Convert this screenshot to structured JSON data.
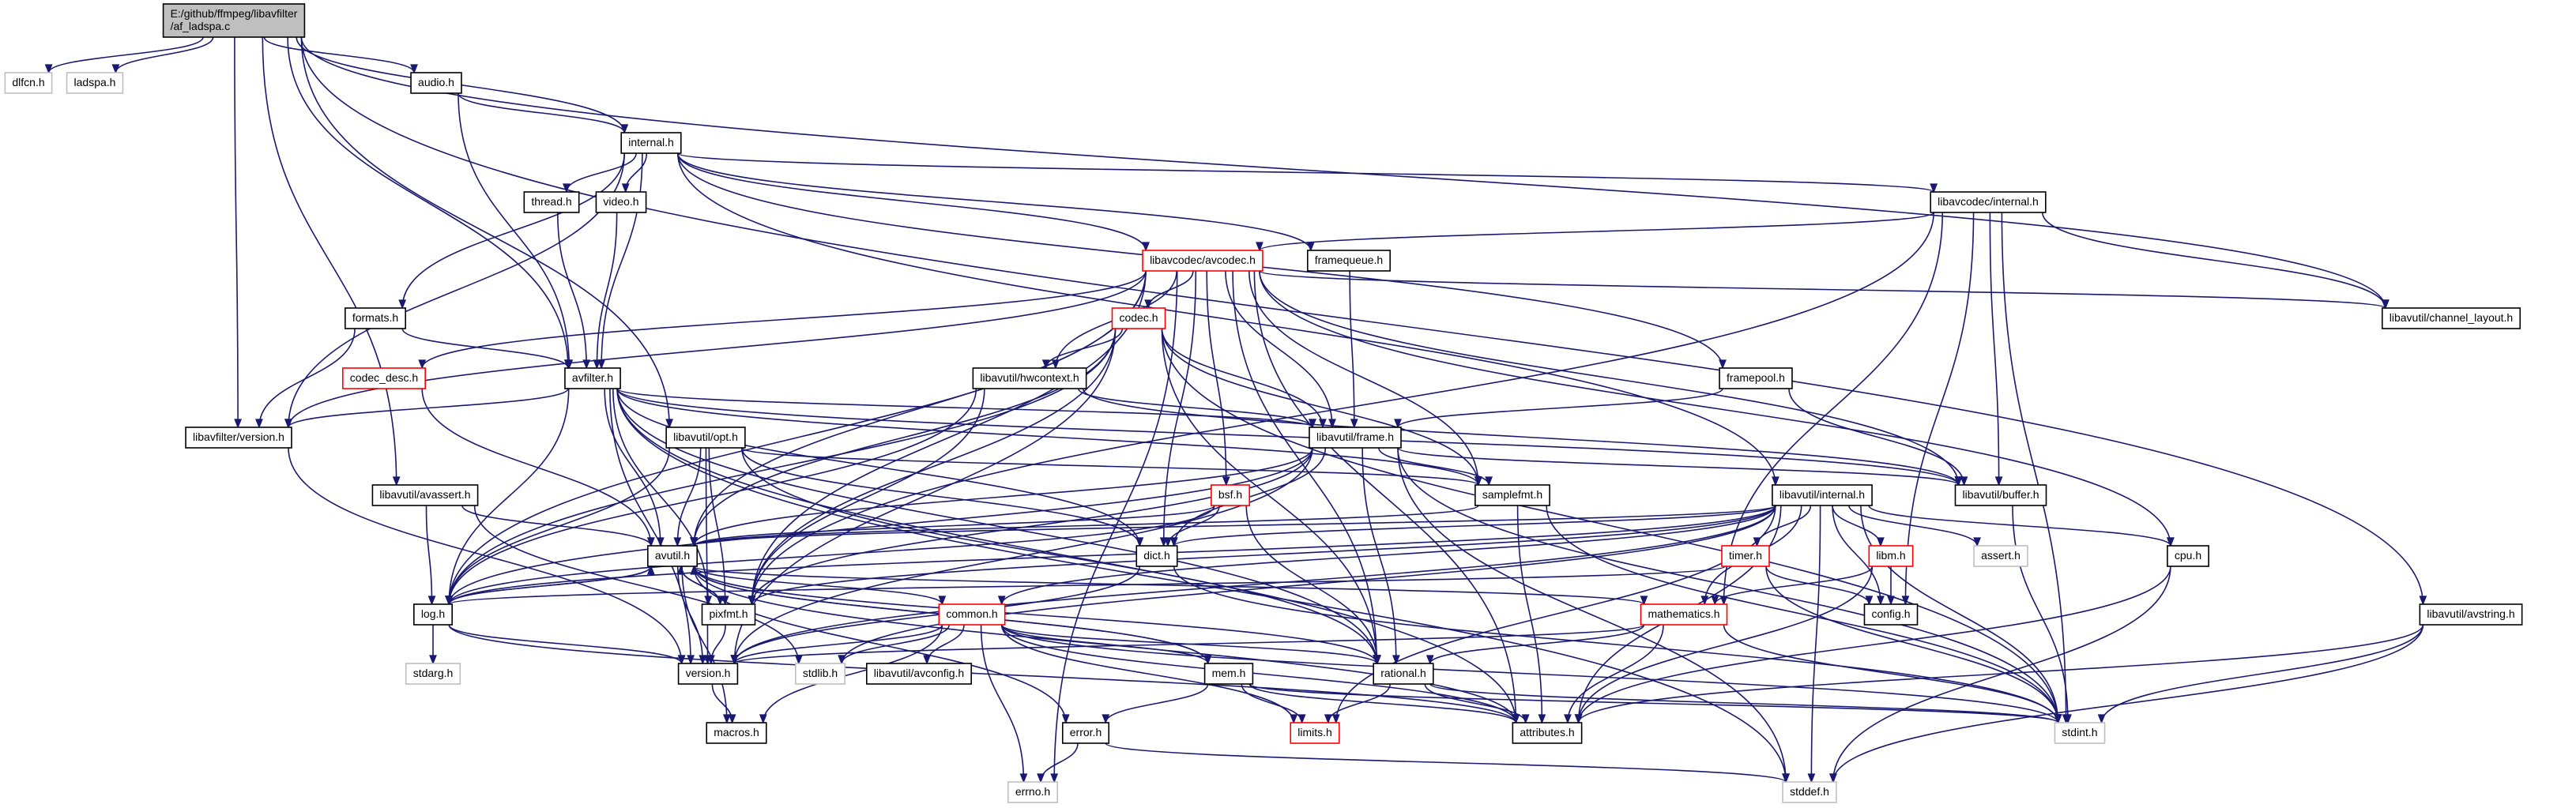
{
  "colors": {
    "edge": "#191970",
    "node_border_default": "#000000",
    "node_border_incomplete": "#ff0000",
    "node_border_system": "#bfbfbf",
    "root_fill": "#bfbfbf"
  },
  "nodes": [
    {
      "id": "root",
      "label": "E:/github/ffmpeg/libavfilter\n/af_ladspa.c",
      "kind": "root"
    },
    {
      "id": "dlfcn",
      "label": "dlfcn.h",
      "kind": "system"
    },
    {
      "id": "ladspa",
      "label": "ladspa.h",
      "kind": "system"
    },
    {
      "id": "audio",
      "label": "audio.h",
      "kind": "normal"
    },
    {
      "id": "internal",
      "label": "internal.h",
      "kind": "normal"
    },
    {
      "id": "thread",
      "label": "thread.h",
      "kind": "normal"
    },
    {
      "id": "video",
      "label": "video.h",
      "kind": "normal"
    },
    {
      "id": "lavc_internal",
      "label": "libavcodec/internal.h",
      "kind": "normal"
    },
    {
      "id": "framequeue",
      "label": "framequeue.h",
      "kind": "normal"
    },
    {
      "id": "avcodec",
      "label": "libavcodec/avcodec.h",
      "kind": "incomplete"
    },
    {
      "id": "channel_layout",
      "label": "libavutil/channel_layout.h",
      "kind": "normal"
    },
    {
      "id": "formats",
      "label": "formats.h",
      "kind": "normal"
    },
    {
      "id": "codec",
      "label": "codec.h",
      "kind": "incomplete"
    },
    {
      "id": "codec_desc",
      "label": "codec_desc.h",
      "kind": "incomplete"
    },
    {
      "id": "avfilter",
      "label": "avfilter.h",
      "kind": "normal"
    },
    {
      "id": "hwcontext",
      "label": "libavutil/hwcontext.h",
      "kind": "normal"
    },
    {
      "id": "framepool",
      "label": "framepool.h",
      "kind": "normal"
    },
    {
      "id": "lavf_version",
      "label": "libavfilter/version.h",
      "kind": "normal"
    },
    {
      "id": "opt",
      "label": "libavutil/opt.h",
      "kind": "normal"
    },
    {
      "id": "frame",
      "label": "libavutil/frame.h",
      "kind": "normal"
    },
    {
      "id": "avassert",
      "label": "libavutil/avassert.h",
      "kind": "normal"
    },
    {
      "id": "bsf",
      "label": "bsf.h",
      "kind": "incomplete"
    },
    {
      "id": "samplefmt",
      "label": "samplefmt.h",
      "kind": "normal"
    },
    {
      "id": "buffer",
      "label": "libavutil/buffer.h",
      "kind": "normal"
    },
    {
      "id": "lavu_internal",
      "label": "libavutil/internal.h",
      "kind": "normal"
    },
    {
      "id": "avutil",
      "label": "avutil.h",
      "kind": "normal"
    },
    {
      "id": "dict",
      "label": "dict.h",
      "kind": "normal"
    },
    {
      "id": "timer",
      "label": "timer.h",
      "kind": "incomplete"
    },
    {
      "id": "libm",
      "label": "libm.h",
      "kind": "incomplete"
    },
    {
      "id": "assert",
      "label": "assert.h",
      "kind": "system"
    },
    {
      "id": "cpu",
      "label": "cpu.h",
      "kind": "normal"
    },
    {
      "id": "log",
      "label": "log.h",
      "kind": "normal"
    },
    {
      "id": "pixfmt",
      "label": "pixfmt.h",
      "kind": "normal"
    },
    {
      "id": "common",
      "label": "common.h",
      "kind": "incomplete"
    },
    {
      "id": "mathematics",
      "label": "mathematics.h",
      "kind": "incomplete"
    },
    {
      "id": "config",
      "label": "config.h",
      "kind": "normal"
    },
    {
      "id": "avstring",
      "label": "libavutil/avstring.h",
      "kind": "normal"
    },
    {
      "id": "stdarg",
      "label": "stdarg.h",
      "kind": "system"
    },
    {
      "id": "version",
      "label": "version.h",
      "kind": "normal"
    },
    {
      "id": "stdlib",
      "label": "stdlib.h",
      "kind": "system"
    },
    {
      "id": "avconfig",
      "label": "libavutil/avconfig.h",
      "kind": "normal"
    },
    {
      "id": "mem",
      "label": "mem.h",
      "kind": "normal"
    },
    {
      "id": "rational",
      "label": "rational.h",
      "kind": "normal"
    },
    {
      "id": "macros",
      "label": "macros.h",
      "kind": "normal"
    },
    {
      "id": "limits",
      "label": "limits.h",
      "kind": "incomplete"
    },
    {
      "id": "attributes",
      "label": "attributes.h",
      "kind": "normal"
    },
    {
      "id": "stdint",
      "label": "stdint.h",
      "kind": "system"
    },
    {
      "id": "error",
      "label": "error.h",
      "kind": "normal"
    },
    {
      "id": "errno",
      "label": "errno.h",
      "kind": "system"
    },
    {
      "id": "stddef",
      "label": "stddef.h",
      "kind": "system"
    }
  ],
  "edges": [
    [
      "root",
      "dlfcn"
    ],
    [
      "root",
      "ladspa"
    ],
    [
      "root",
      "audio"
    ],
    [
      "root",
      "internal"
    ],
    [
      "root",
      "avfilter"
    ],
    [
      "root",
      "lavf_version"
    ],
    [
      "root",
      "opt"
    ],
    [
      "root",
      "avassert"
    ],
    [
      "root",
      "channel_layout"
    ],
    [
      "root",
      "avstring"
    ],
    [
      "audio",
      "internal"
    ],
    [
      "audio",
      "avfilter"
    ],
    [
      "internal",
      "thread"
    ],
    [
      "internal",
      "video"
    ],
    [
      "internal",
      "lavc_internal"
    ],
    [
      "internal",
      "framequeue"
    ],
    [
      "internal",
      "avcodec"
    ],
    [
      "internal",
      "formats"
    ],
    [
      "internal",
      "avfilter"
    ],
    [
      "internal",
      "framepool"
    ],
    [
      "internal",
      "lavf_version"
    ],
    [
      "internal",
      "lavu_internal"
    ],
    [
      "thread",
      "avfilter"
    ],
    [
      "video",
      "avfilter"
    ],
    [
      "lavc_internal",
      "avcodec"
    ],
    [
      "lavc_internal",
      "channel_layout"
    ],
    [
      "lavc_internal",
      "buffer"
    ],
    [
      "lavc_internal",
      "mathematics"
    ],
    [
      "lavc_internal",
      "pixfmt"
    ],
    [
      "lavc_internal",
      "config"
    ],
    [
      "lavc_internal",
      "stdint"
    ],
    [
      "framequeue",
      "frame"
    ],
    [
      "avcodec",
      "codec"
    ],
    [
      "avcodec",
      "codec_desc"
    ],
    [
      "avcodec",
      "hwcontext"
    ],
    [
      "avcodec",
      "bsf"
    ],
    [
      "avcodec",
      "frame"
    ],
    [
      "avcodec",
      "samplefmt"
    ],
    [
      "avcodec",
      "buffer"
    ],
    [
      "avcodec",
      "cpu"
    ],
    [
      "avcodec",
      "channel_layout"
    ],
    [
      "avcodec",
      "dict"
    ],
    [
      "avcodec",
      "avutil"
    ],
    [
      "avcodec",
      "attributes"
    ],
    [
      "avcodec",
      "log"
    ],
    [
      "avcodec",
      "pixfmt"
    ],
    [
      "avcodec",
      "rational"
    ],
    [
      "avcodec",
      "errno"
    ],
    [
      "avcodec",
      "lavf_version"
    ],
    [
      "formats",
      "avfilter"
    ],
    [
      "formats",
      "lavf_version"
    ],
    [
      "codec",
      "hwcontext"
    ],
    [
      "codec",
      "avutil"
    ],
    [
      "codec",
      "log"
    ],
    [
      "codec",
      "pixfmt"
    ],
    [
      "codec",
      "rational"
    ],
    [
      "codec",
      "samplefmt"
    ],
    [
      "codec",
      "version"
    ],
    [
      "codec",
      "stdint"
    ],
    [
      "codec",
      "frame"
    ],
    [
      "codec_desc",
      "avutil"
    ],
    [
      "avfilter",
      "lavf_version"
    ],
    [
      "avfilter",
      "frame"
    ],
    [
      "avfilter",
      "buffer"
    ],
    [
      "avfilter",
      "dict"
    ],
    [
      "avfilter",
      "avutil"
    ],
    [
      "avfilter",
      "log"
    ],
    [
      "avfilter",
      "pixfmt"
    ],
    [
      "avfilter",
      "samplefmt"
    ],
    [
      "avfilter",
      "rational"
    ],
    [
      "avfilter",
      "attributes"
    ],
    [
      "avfilter",
      "stddef"
    ],
    [
      "avfilter",
      "version"
    ],
    [
      "hwcontext",
      "frame"
    ],
    [
      "hwcontext",
      "buffer"
    ],
    [
      "hwcontext",
      "pixfmt"
    ],
    [
      "hwcontext",
      "log"
    ],
    [
      "framepool",
      "frame"
    ],
    [
      "framepool",
      "buffer"
    ],
    [
      "lavf_version",
      "version"
    ],
    [
      "opt",
      "avutil"
    ],
    [
      "opt",
      "dict"
    ],
    [
      "opt",
      "log"
    ],
    [
      "opt",
      "pixfmt"
    ],
    [
      "opt",
      "rational"
    ],
    [
      "opt",
      "samplefmt"
    ],
    [
      "opt",
      "version"
    ],
    [
      "frame",
      "avutil"
    ],
    [
      "frame",
      "buffer"
    ],
    [
      "frame",
      "dict"
    ],
    [
      "frame",
      "rational"
    ],
    [
      "frame",
      "samplefmt"
    ],
    [
      "frame",
      "pixfmt"
    ],
    [
      "frame",
      "version"
    ],
    [
      "frame",
      "stdint"
    ],
    [
      "frame",
      "stddef"
    ],
    [
      "frame",
      "log"
    ],
    [
      "avassert",
      "avutil"
    ],
    [
      "avassert",
      "log"
    ],
    [
      "avassert",
      "stdlib"
    ],
    [
      "bsf",
      "dict"
    ],
    [
      "bsf",
      "avutil"
    ],
    [
      "bsf",
      "rational"
    ],
    [
      "bsf",
      "log"
    ],
    [
      "samplefmt",
      "avutil"
    ],
    [
      "samplefmt",
      "attributes"
    ],
    [
      "samplefmt",
      "stdint"
    ],
    [
      "buffer",
      "stdint"
    ],
    [
      "lavu_internal",
      "timer"
    ],
    [
      "lavu_internal",
      "libm"
    ],
    [
      "lavu_internal",
      "assert"
    ],
    [
      "lavu_internal",
      "cpu"
    ],
    [
      "lavu_internal",
      "dict"
    ],
    [
      "lavu_internal",
      "pixfmt"
    ],
    [
      "lavu_internal",
      "config"
    ],
    [
      "lavu_internal",
      "attributes"
    ],
    [
      "lavu_internal",
      "version"
    ],
    [
      "lavu_internal",
      "common"
    ],
    [
      "lavu_internal",
      "mathematics"
    ],
    [
      "lavu_internal",
      "stdint"
    ],
    [
      "lavu_internal",
      "stddef"
    ],
    [
      "lavu_internal",
      "log"
    ],
    [
      "lavu_internal",
      "limits"
    ],
    [
      "lavu_internal",
      "stdlib"
    ],
    [
      "lavu_internal",
      "avutil"
    ],
    [
      "avutil",
      "log"
    ],
    [
      "avutil",
      "pixfmt"
    ],
    [
      "avutil",
      "common"
    ],
    [
      "avutil",
      "mathematics"
    ],
    [
      "avutil",
      "version"
    ],
    [
      "avutil",
      "rational"
    ],
    [
      "avutil",
      "macros"
    ],
    [
      "avutil",
      "error"
    ],
    [
      "avutil",
      "mem"
    ],
    [
      "avutil",
      "attributes"
    ],
    [
      "dict",
      "stdint"
    ],
    [
      "dict",
      "version"
    ],
    [
      "timer",
      "config"
    ],
    [
      "timer",
      "log"
    ],
    [
      "timer",
      "stdint"
    ],
    [
      "libm",
      "config"
    ],
    [
      "libm",
      "attributes"
    ],
    [
      "libm",
      "mathematics"
    ],
    [
      "cpu",
      "attributes"
    ],
    [
      "cpu",
      "stddef"
    ],
    [
      "log",
      "avutil"
    ],
    [
      "log",
      "stdarg"
    ],
    [
      "log",
      "version"
    ],
    [
      "log",
      "attributes"
    ],
    [
      "pixfmt",
      "avutil"
    ],
    [
      "pixfmt",
      "version"
    ],
    [
      "common",
      "version"
    ],
    [
      "common",
      "stdlib"
    ],
    [
      "common",
      "avconfig"
    ],
    [
      "common",
      "mem"
    ],
    [
      "common",
      "attributes"
    ],
    [
      "common",
      "macros"
    ],
    [
      "common",
      "errno"
    ],
    [
      "common",
      "limits"
    ],
    [
      "common",
      "stdint"
    ],
    [
      "common",
      "rational"
    ],
    [
      "mathematics",
      "rational"
    ],
    [
      "mathematics",
      "attributes"
    ],
    [
      "mathematics",
      "stdint"
    ],
    [
      "mathematics",
      "version"
    ],
    [
      "avstring",
      "attributes"
    ],
    [
      "avstring",
      "stdint"
    ],
    [
      "avstring",
      "stddef"
    ],
    [
      "mem",
      "error"
    ],
    [
      "mem",
      "attributes"
    ],
    [
      "mem",
      "limits"
    ],
    [
      "mem",
      "stdint"
    ],
    [
      "mem",
      "avutil"
    ],
    [
      "rational",
      "attributes"
    ],
    [
      "rational",
      "limits"
    ],
    [
      "rational",
      "stdint"
    ],
    [
      "version",
      "macros"
    ],
    [
      "error",
      "errno"
    ],
    [
      "error",
      "stddef"
    ]
  ]
}
